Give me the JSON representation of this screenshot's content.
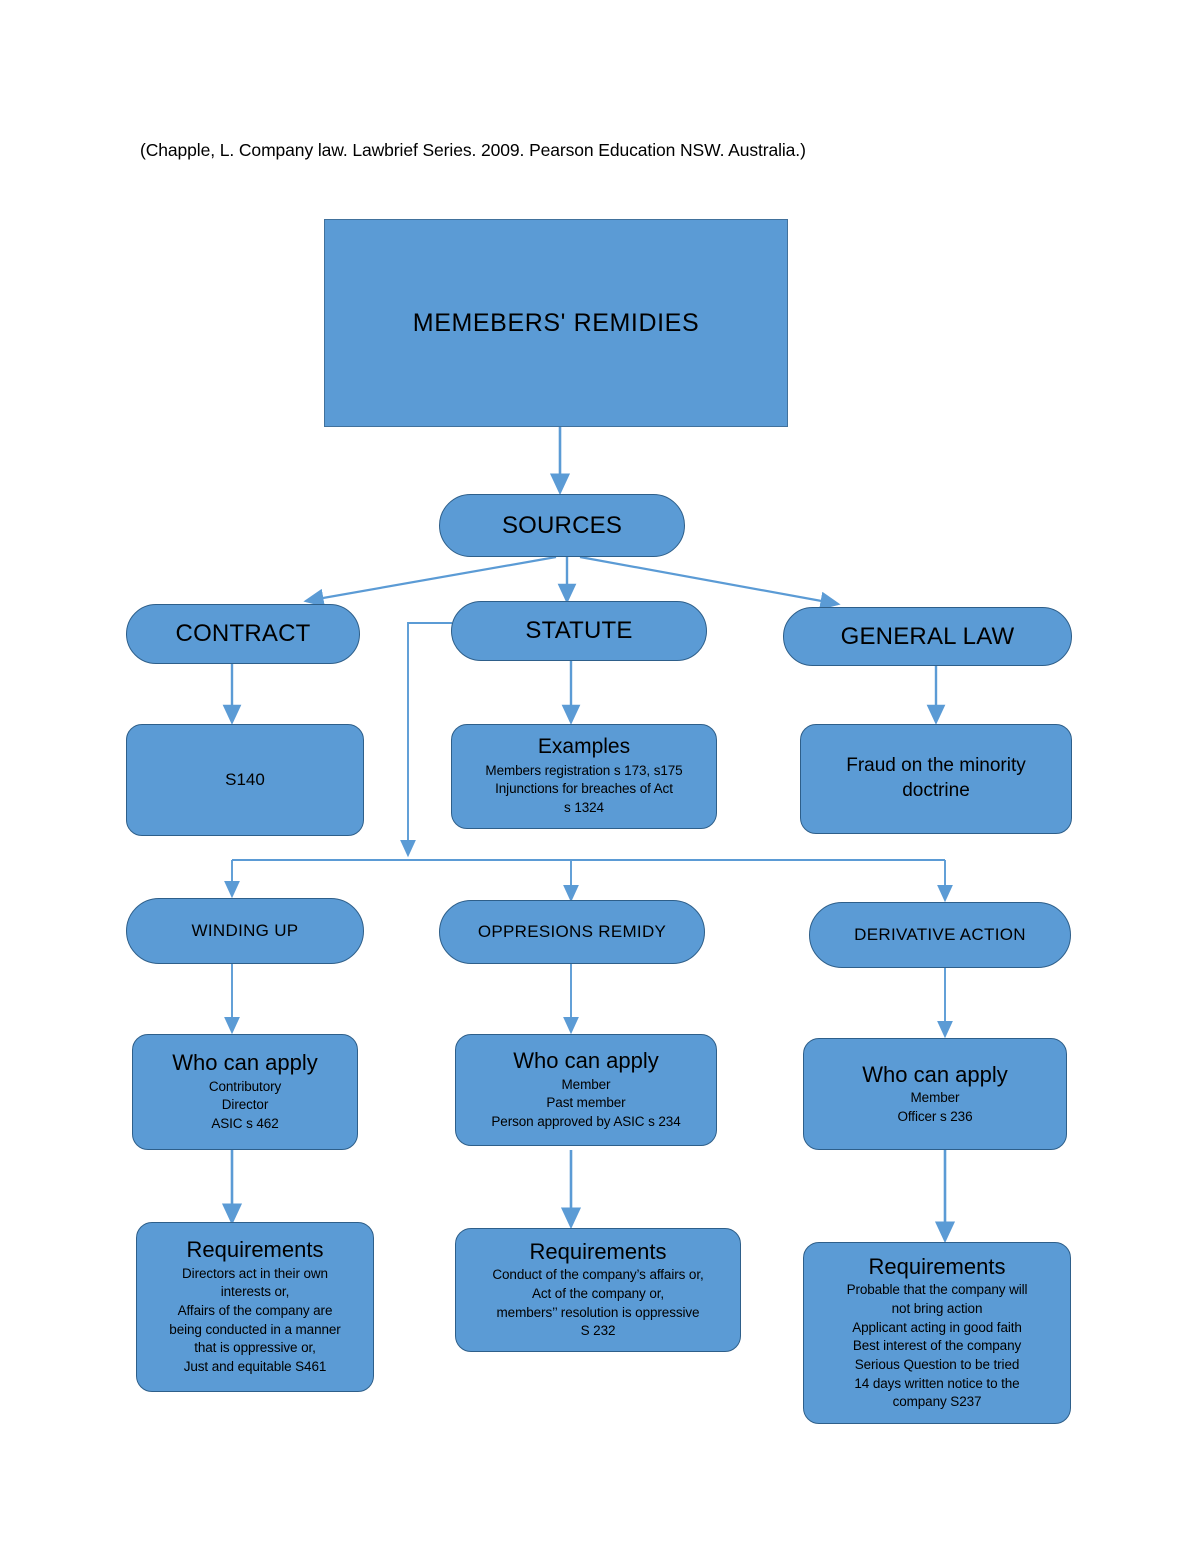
{
  "document": {
    "citation": "(Chapple, L. Company law. Lawbrief Series. 2009. Pearson Education NSW. Australia.)"
  },
  "colors": {
    "node_fill": "#5B9BD5",
    "node_border": "#2E5F8A",
    "connector": "#5B9BD5",
    "text": "#000000",
    "page_background": "#FFFFFF"
  },
  "chart_data": {
    "type": "diagram",
    "title": "MEMEBERS' REMIDIES",
    "nodes": [
      {
        "id": "root",
        "label": "MEMEBERS' REMIDIES",
        "shape": "rectangle"
      },
      {
        "id": "sources",
        "label": "SOURCES",
        "shape": "pill"
      },
      {
        "id": "contract",
        "label": "CONTRACT",
        "shape": "pill"
      },
      {
        "id": "statute",
        "label": "STATUTE",
        "shape": "pill"
      },
      {
        "id": "general_law",
        "label": "GENERAL LAW",
        "shape": "pill"
      },
      {
        "id": "s140",
        "label": "S140",
        "shape": "rounded"
      },
      {
        "id": "examples",
        "label": "Examples",
        "shape": "rounded"
      },
      {
        "id": "fraud",
        "label": "Fraud on the minority doctrine",
        "shape": "rounded"
      },
      {
        "id": "winding_up",
        "label": "WINDING UP",
        "shape": "pill"
      },
      {
        "id": "oppression",
        "label": "OPPRESIONS REMIDY",
        "shape": "pill"
      },
      {
        "id": "derivative",
        "label": "DERIVATIVE ACTION",
        "shape": "pill"
      },
      {
        "id": "apply_w",
        "label": "Who can apply",
        "shape": "rounded"
      },
      {
        "id": "apply_o",
        "label": "Who can apply",
        "shape": "rounded"
      },
      {
        "id": "apply_d",
        "label": "Who can apply",
        "shape": "rounded"
      },
      {
        "id": "req_w",
        "label": "Requirements",
        "shape": "rounded"
      },
      {
        "id": "req_o",
        "label": "Requirements",
        "shape": "rounded"
      },
      {
        "id": "req_d",
        "label": "Requirements",
        "shape": "rounded"
      }
    ],
    "edges": [
      {
        "from": "root",
        "to": "sources"
      },
      {
        "from": "sources",
        "to": "contract"
      },
      {
        "from": "sources",
        "to": "statute"
      },
      {
        "from": "sources",
        "to": "general_law"
      },
      {
        "from": "contract",
        "to": "s140"
      },
      {
        "from": "statute",
        "to": "examples"
      },
      {
        "from": "general_law",
        "to": "fraud"
      },
      {
        "from": "statute",
        "to": "winding_up"
      },
      {
        "from": "statute",
        "to": "oppression"
      },
      {
        "from": "statute",
        "to": "derivative"
      },
      {
        "from": "winding_up",
        "to": "apply_w"
      },
      {
        "from": "oppression",
        "to": "apply_o"
      },
      {
        "from": "derivative",
        "to": "apply_d"
      },
      {
        "from": "apply_w",
        "to": "req_w"
      },
      {
        "from": "apply_o",
        "to": "req_o"
      },
      {
        "from": "apply_d",
        "to": "req_d"
      }
    ]
  },
  "nodes": {
    "root": {
      "title": "MEMEBERS' REMIDIES"
    },
    "sources": {
      "title": "SOURCES"
    },
    "contract": {
      "title": "CONTRACT"
    },
    "statute": {
      "title": "STATUTE"
    },
    "general_law": {
      "title": "GENERAL LAW"
    },
    "s140": {
      "title": "S140"
    },
    "examples": {
      "title": "Examples",
      "lines": [
        "Members registration s 173, s175",
        "Injunctions for breaches of Act",
        "s 1324"
      ]
    },
    "fraud": {
      "line1": "Fraud on the minority",
      "line2": "doctrine"
    },
    "winding_up": {
      "title": "WINDING UP"
    },
    "oppression": {
      "title": "OPPRESIONS REMIDY"
    },
    "derivative": {
      "title": "DERIVATIVE ACTION"
    },
    "apply_winding": {
      "title": "Who can apply",
      "lines": [
        "Contributory",
        "Director",
        "ASIC s 462"
      ]
    },
    "apply_oppression": {
      "title": "Who can apply",
      "lines": [
        "Member",
        "Past member",
        "Person approved by ASIC s 234"
      ]
    },
    "apply_derivative": {
      "title": "Who can apply",
      "lines": [
        "Member",
        "Officer s 236"
      ]
    },
    "req_winding": {
      "title": "Requirements",
      "lines": [
        "Directors act in their own",
        "interests or,",
        "Affairs of the company are",
        "being conducted in a manner",
        "that is oppressive or,",
        "Just and equitable S461"
      ]
    },
    "req_oppression": {
      "title": "Requirements",
      "lines": [
        "Conduct of the company’s affairs or,",
        "Act of the company or,",
        "members’’ resolution is oppressive",
        "S 232"
      ]
    },
    "req_derivative": {
      "title": "Requirements",
      "lines": [
        "Probable that the company will",
        "not bring action",
        "Applicant acting in good faith",
        "Best interest of the company",
        "Serious Question to be tried",
        "14 days written notice to the",
        "company S237"
      ]
    }
  }
}
